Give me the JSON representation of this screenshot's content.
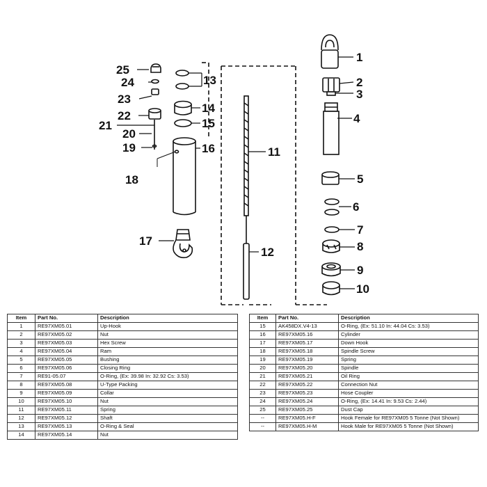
{
  "callouts": [
    "1",
    "2",
    "3",
    "4",
    "5",
    "6",
    "7",
    "8",
    "9",
    "10",
    "11",
    "12",
    "13",
    "14",
    "15",
    "16",
    "17",
    "18",
    "19",
    "20",
    "21",
    "22",
    "23",
    "24",
    "25"
  ],
  "table": {
    "headers": {
      "item": "Item",
      "part_no": "Part No.",
      "description": "Description"
    },
    "left_rows": [
      {
        "item": "1",
        "part_no": "RE97XM05.01",
        "description": "Up-Hook"
      },
      {
        "item": "2",
        "part_no": "RE97XM05.02",
        "description": "Nut"
      },
      {
        "item": "3",
        "part_no": "RE97XM05.03",
        "description": "Hex Screw"
      },
      {
        "item": "4",
        "part_no": "RE97XM05.04",
        "description": "Ram"
      },
      {
        "item": "5",
        "part_no": "RE97XM05.05",
        "description": "Bushing"
      },
      {
        "item": "6",
        "part_no": "RE97XM05.06",
        "description": "Closing Ring"
      },
      {
        "item": "7",
        "part_no": "RE91-05.07",
        "description": "O-Ring, (Ex: 39.98 In: 32.92 Cs: 3.53)"
      },
      {
        "item": "8",
        "part_no": "RE97XM05.08",
        "description": "U-Type Packing"
      },
      {
        "item": "9",
        "part_no": "RE97XM05.09",
        "description": "Collar"
      },
      {
        "item": "10",
        "part_no": "RE97XM05.10",
        "description": "Nut"
      },
      {
        "item": "11",
        "part_no": "RE97XM05.11",
        "description": "Spring"
      },
      {
        "item": "12",
        "part_no": "RE97XM05.12",
        "description": "Shaft"
      },
      {
        "item": "13",
        "part_no": "RE97XM05.13",
        "description": "O-Ring & Seal"
      },
      {
        "item": "14",
        "part_no": "RE97XM05.14",
        "description": "Nut"
      }
    ],
    "right_rows": [
      {
        "item": "15",
        "part_no": "AK458DX.V4-13",
        "description": "O-Ring, (Ex: 51.10 In: 44.04 Cs: 3.53)"
      },
      {
        "item": "16",
        "part_no": "RE97XM05.16",
        "description": "Cylinder"
      },
      {
        "item": "17",
        "part_no": "RE97XM05.17",
        "description": "Down Hook"
      },
      {
        "item": "18",
        "part_no": "RE97XM05.18",
        "description": "Spindle Screw"
      },
      {
        "item": "19",
        "part_no": "RE97XM05.19",
        "description": "Spring"
      },
      {
        "item": "20",
        "part_no": "RE97XM05.20",
        "description": "Spindle"
      },
      {
        "item": "21",
        "part_no": "RE97XM05.21",
        "description": "Oil Ring"
      },
      {
        "item": "22",
        "part_no": "RE97XM05.22",
        "description": "Connection Nut"
      },
      {
        "item": "23",
        "part_no": "RE97XM05.23",
        "description": "Hose Coupler"
      },
      {
        "item": "24",
        "part_no": "RE97XM05.24",
        "description": "O-Ring, (Ex: 14.41 In: 9.53 Cs: 2.44)"
      },
      {
        "item": "25",
        "part_no": "RE97XM05.25",
        "description": "Dust Cap"
      },
      {
        "item": "--",
        "part_no": "RE97XM05.H-F",
        "description": "Hook Female for RE97XM05 5 Tonne (Not Shown)"
      },
      {
        "item": "--",
        "part_no": "RE97XM05.H-M",
        "description": "Hook Male for RE97XM05 5 Tonne (Not Shown)"
      }
    ]
  }
}
